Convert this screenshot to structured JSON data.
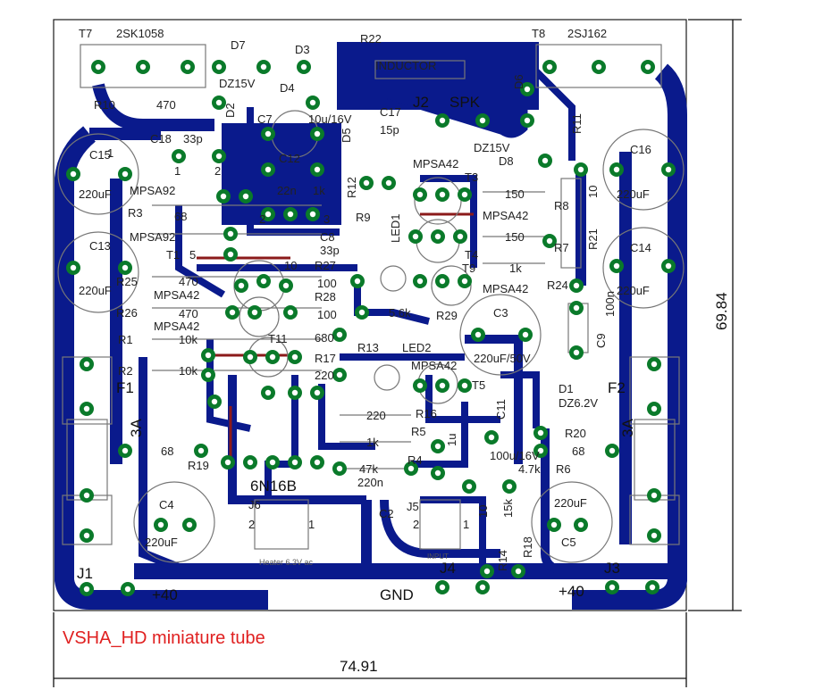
{
  "title": "VSHA_HD miniature tube",
  "dimensions": {
    "width": "74.91",
    "height": "69.84"
  },
  "colors": {
    "copper": "#0a1a8c",
    "pad": "#0a7a2a",
    "caption": "#e02020",
    "jumper": "#8b1a1a"
  },
  "labels": {
    "T7": "T7",
    "2SK1058": "2SK1058",
    "T8": "T8",
    "2SJ162": "2SJ162",
    "D7": "D7",
    "D3": "D3",
    "R22": "R22",
    "INDUCTOR": "INDUCTOR",
    "DZ15V_a": "DZ15V",
    "D4": "D4",
    "R10": "R10",
    "r470": "470",
    "D2": "D2",
    "C7": "C7",
    "c10u": "10u/16V",
    "J2": "J2",
    "SPK": "SPK",
    "C17": "C17",
    "c15p": "15p",
    "D6": "D6",
    "R11": "R11",
    "C18": "C18",
    "c33p_a": "33p",
    "D5": "D5",
    "DZ15V_b": "DZ15V",
    "D8": "D8",
    "C15": "C15",
    "c220_15": "220uF",
    "C12": "C12",
    "c22n": "22n",
    "MPSA92_a": "MPSA92",
    "R3": "R3",
    "r68_a": "68",
    "R12": "R12",
    "r1k_a": "1k",
    "MPSA42_a": "MPSA42",
    "T3": "T3",
    "r150_a": "150",
    "R8": "R8",
    "C16": "C16",
    "c220_16": "220uF",
    "MPSA92_b": "MPSA92",
    "R9": "R9",
    "MPSA42_b": "MPSA42",
    "r150_b": "150",
    "r10": "10",
    "C13": "C13",
    "T1": "T1",
    "C8": "C8",
    "c33p_b": "33p",
    "LED1": "LED1",
    "T4": "T4",
    "R7": "R7",
    "R21": "R21",
    "C14": "C14",
    "R25": "R25",
    "r470_b": "470",
    "R27": "R27",
    "r100_a": "100",
    "T9": "T9",
    "r1k_b": "1k",
    "MPSA42_c": "MPSA42",
    "R24": "R24",
    "c220_13": "220uF",
    "c220_14": "220uF",
    "MPSA42_d": "MPSA42",
    "R28": "R28",
    "r100_b": "100",
    "r56k": "5.6k",
    "R29": "R29",
    "C3": "C3",
    "c100n": "100n",
    "R26": "R26",
    "r470_c": "470",
    "MPSA42_e": "MPSA42",
    "R1": "R1",
    "r10k_a": "10k",
    "T11": "T11",
    "r680": "680",
    "R13": "R13",
    "LED2": "LED2",
    "c220_50": "220uF/50V",
    "C9": "C9",
    "R2": "R2",
    "r10k_b": "10k",
    "R17": "R17",
    "r220_a": "220",
    "MPSA42_f": "MPSA42",
    "T5": "T5",
    "D1": "D1",
    "DZ62": "DZ6.2V",
    "F1": "F1",
    "F2": "F2",
    "f3A_a": "3A",
    "f3A_b": "3A",
    "r220_b": "220",
    "R16": "R16",
    "C11": "C11",
    "R5": "R5",
    "r1k_c": "1k",
    "R20": "R20",
    "r68_b": "68",
    "r68_c": "68",
    "R19": "R19",
    "c1u": "1u",
    "c100u": "100u/16V",
    "R4": "R4",
    "r47k": "47k",
    "r47k_b": "4.7k",
    "R6": "R6",
    "c220n": "220n",
    "c220_6": "220uF",
    "tube": "6N16B",
    "C4": "C4",
    "c220_4": "220uF",
    "J6": "J6",
    "C2": "C2",
    "J5": "J5",
    "r10_b": "10",
    "r15k": "15k",
    "C5": "C5",
    "heater": "Heater 6.3V ac",
    "input": "INPUT",
    "J1": "J1",
    "p40_a": "+40",
    "GND": "GND",
    "J4": "J4",
    "R14": "R14",
    "R18": "R18",
    "J3": "J3",
    "p40_b": "+40",
    "n1_a": "1",
    "n2_a": "2",
    "n1_b": "1",
    "n2_b": "2",
    "n1_c": "1",
    "n2_c": "2",
    "n1_d": "1",
    "n2_d": "2",
    "n3": "3",
    "n5": "5",
    "n10": "10"
  }
}
